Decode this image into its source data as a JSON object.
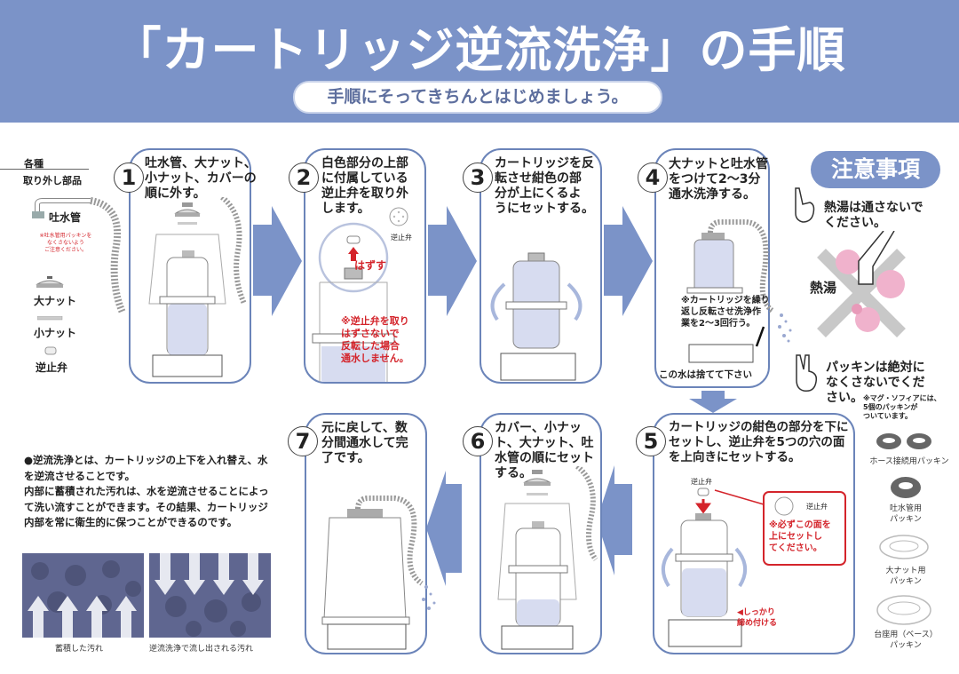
{
  "header": {
    "title": "「カートリッジ逆流洗浄」の手順",
    "subtitle": "手順にそってきちんとはじめましょう。"
  },
  "parts": {
    "heading_line1": "各種",
    "heading_line2": "取り外し部品",
    "items": [
      {
        "label": "吐水管",
        "note": "※吐水管用パッキンを\nなくさないよう\nご注意ください。"
      },
      {
        "label": "大ナット"
      },
      {
        "label": "小ナット"
      },
      {
        "label": "逆止弁"
      }
    ]
  },
  "steps": [
    {
      "number": "1",
      "text": "吐水管、大ナット、\n小ナット、カバーの\n順に外す。"
    },
    {
      "number": "2",
      "text": "白色部分の上部\nに付属している\n逆止弁を取り外\nします。",
      "part_label": "逆止弁",
      "action_label": "はずす",
      "warning": "※逆止弁を取り\nはずさないで\n反転した場合\n通水しません。"
    },
    {
      "number": "3",
      "text": "カートリッジを反\n転させ紺色の部\n分が上にくるよ\nうにセットする。"
    },
    {
      "number": "4",
      "text": "大ナットと吐水管\nをつけて2〜3分\n通水洗浄する。",
      "note": "※カートリッジを繰り\n返し反転させ洗浄作\n業を2〜3回行う。",
      "discard": "この水は捨てて下さい"
    },
    {
      "number": "5",
      "text": "カートリッジの紺色の部分を下に\nセットし、逆止弁を5つの穴の面\nを上向きにセットする。",
      "part_label": "逆止弁",
      "callout_label": "逆止弁",
      "callout_warning": "※必ずこの面を\n上にセットし\nてください。",
      "tighten": "◀しっかり\n締め付ける"
    },
    {
      "number": "6",
      "text": "カバー、小ナッ\nト、大ナット、吐\n水管の順にセット\nする。"
    },
    {
      "number": "7",
      "text": "元に戻して、数\n分間通水して完\n了です。"
    }
  ],
  "caution": {
    "title": "注意事項",
    "item1": "熱湯は通さないで\nください。",
    "hot_water_label": "熱湯",
    "item2": "パッキンは絶対に\nなくさないでくだ\nさい。",
    "item2_note": "※マグ・ソフィアには、\n5個のパッキンが\nついています。"
  },
  "packings": [
    {
      "label": "ホース接続用パッキン"
    },
    {
      "label": "吐水管用\nパッキン"
    },
    {
      "label": "大ナット用\nパッキン"
    },
    {
      "label": "台座用（ベース）\nパッキン"
    }
  ],
  "explanation": {
    "text": "●逆流洗浄とは、カートリッジの上下を入れ替え、水を逆流させることです。\n内部に蓄積された汚れは、水を逆流させることによって洗い流すことができます。その結果、カートリッジ内部を常に衛生的に保つことができるのです。",
    "caption_left": "蓄積した汚れ",
    "caption_right": "逆流洗浄で流し出される汚れ"
  },
  "colors": {
    "header_blue": "#7b93c8",
    "panel_border": "#6b84b9",
    "warning_red": "#d4242b",
    "steam_pink": "#f0b2cc"
  }
}
